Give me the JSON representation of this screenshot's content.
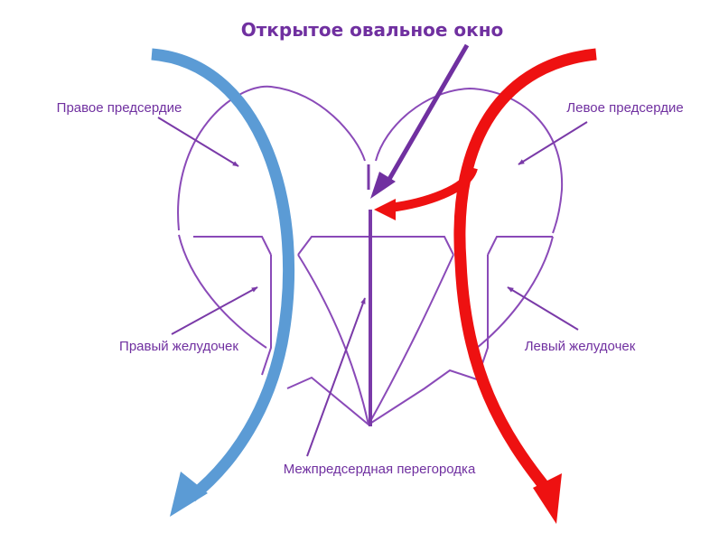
{
  "title": "Открытое овальное окно",
  "labels": {
    "right_atrium": "Правое предсердие",
    "left_atrium": "Левое предсердие",
    "right_ventricle": "Правый желудочек",
    "left_ventricle": "Левый желудочек",
    "septum": "Межпредсердная перегородка"
  },
  "colors": {
    "outline": "#8040b0",
    "label": "#7030a0",
    "title": "#7030a0",
    "venous_arrow": "#5b9bd5",
    "arterial_arrow": "#ee1111"
  }
}
